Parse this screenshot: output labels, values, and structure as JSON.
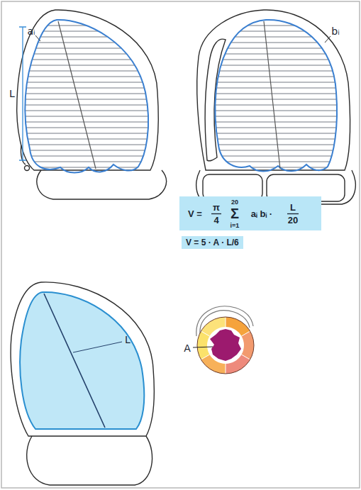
{
  "diagram": {
    "nodes": [
      {
        "text": [
          "V =",
          "π",
          "4",
          "20",
          "Σ",
          "i=1",
          "aᵢ bᵢ ·",
          "L",
          "20"
        ]
      },
      {
        "text": [
          "V = 5 · A · L/6"
        ]
      }
    ],
    "labels": [
      "aᵢ",
      "L",
      "bᵢ",
      "L",
      "A"
    ]
  }
}
